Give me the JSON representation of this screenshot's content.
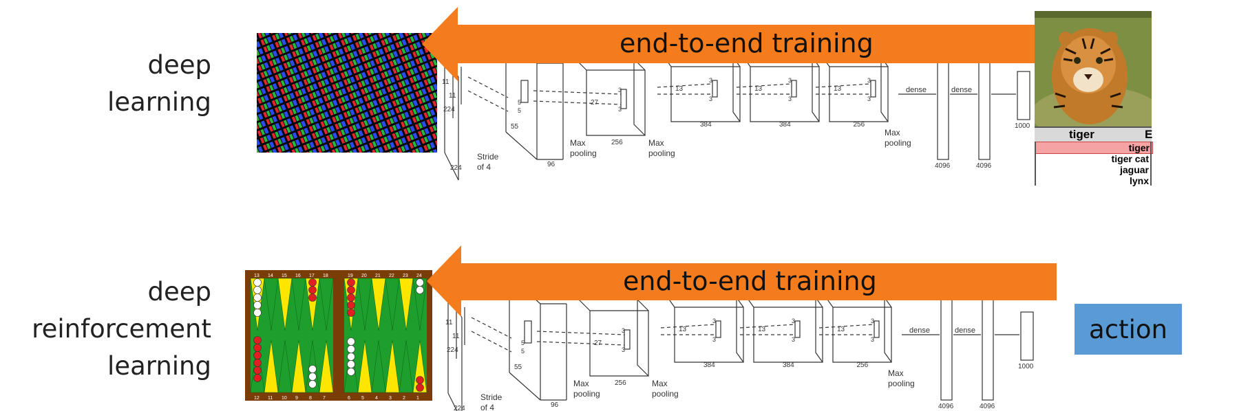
{
  "rows": [
    {
      "label_lines": [
        "deep",
        "learning"
      ],
      "arrow_text": "end-to-end training",
      "output": {
        "header_label": "tiger",
        "header_extra": "E",
        "predictions": [
          "tiger",
          "tiger cat",
          "jaguar",
          "lynx"
        ]
      }
    },
    {
      "label_lines": [
        "deep",
        "reinforcement",
        "learning"
      ],
      "arrow_text": "end-to-end training",
      "output": {
        "action_label": "action"
      }
    }
  ],
  "network": {
    "input_dims": [
      "224",
      "224",
      "11",
      "11"
    ],
    "stride_label": [
      "Stride",
      "of 4"
    ],
    "pool_label": [
      "Max",
      "pooling"
    ],
    "dims": [
      "55",
      "96",
      "27",
      "256",
      "13",
      "384",
      "13",
      "384",
      "13",
      "256"
    ],
    "dense_label": "dense",
    "dense_sizes": [
      "4096",
      "4096",
      "1000"
    ],
    "kernel_labels": [
      "5",
      "3"
    ]
  },
  "board": {
    "top_numbers": [
      "13",
      "14",
      "15",
      "16",
      "17",
      "18",
      "19",
      "20",
      "21",
      "22",
      "23",
      "24"
    ],
    "bottom_numbers": [
      "12",
      "11",
      "10",
      "9",
      "8",
      "7",
      "6",
      "5",
      "4",
      "3",
      "2",
      "1"
    ]
  },
  "colors": {
    "arrow": "#f47c1c",
    "action_box": "#5b9bd5",
    "board_frame": "#7a3d08",
    "board_green": "#1e9e2c",
    "board_yellow": "#ffe600",
    "checker_red": "#e02020",
    "checker_white": "#ffffff"
  }
}
